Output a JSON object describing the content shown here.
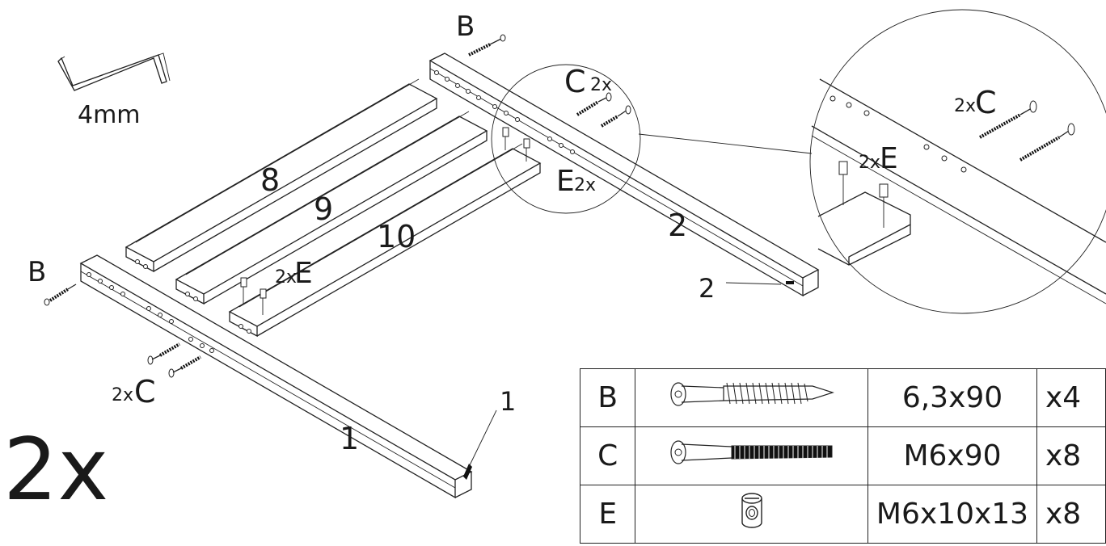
{
  "tool": {
    "size": "4mm"
  },
  "multiplier": "2x",
  "callouts": {
    "b_top": "B",
    "b_left": "B",
    "c2x_top_letter": "C",
    "c2x_top_count": "2x",
    "e2x_letter": "E",
    "e2x_count": "2x",
    "c_left_count": "2x",
    "c_left_letter": "C",
    "e_mid_count": "2x",
    "e_mid_letter": "E",
    "detail_c_count": "2x",
    "detail_c_letter": "C",
    "detail_e_count": "2x",
    "detail_e_letter": "E"
  },
  "parts": {
    "rail_1": "1",
    "rail_1_end": "1",
    "rail_2": "2",
    "rail_2_end": "2",
    "slat_8": "8",
    "slat_9": "9",
    "slat_10": "10"
  },
  "hardware_table": [
    {
      "code": "B",
      "icon": "wood-screw-icon",
      "size": "6,3x90",
      "qty": "x4"
    },
    {
      "code": "C",
      "icon": "machine-bolt-icon",
      "size": "M6x90",
      "qty": "x8"
    },
    {
      "code": "E",
      "icon": "barrel-nut-icon",
      "size": "M6x10x13",
      "qty": "x8"
    }
  ]
}
